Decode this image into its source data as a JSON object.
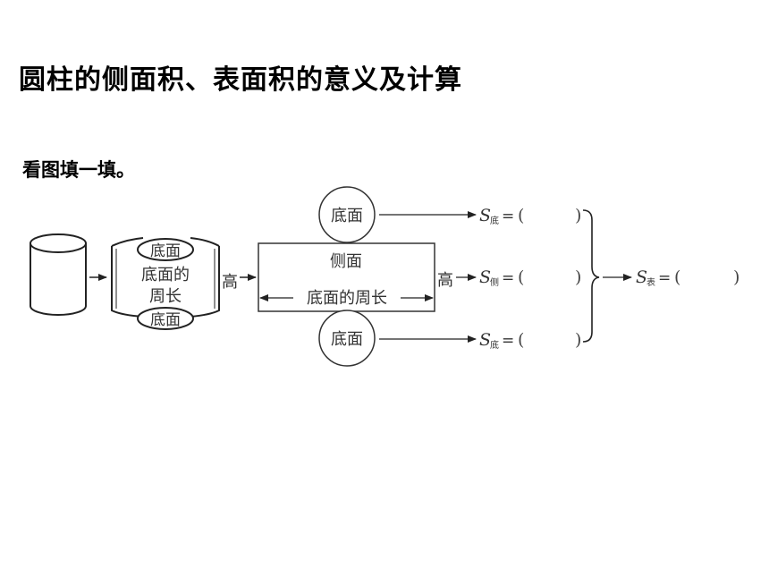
{
  "title": "圆柱的侧面积、表面积的意义及计算",
  "instruction": "看图填一填。",
  "labels": {
    "base": "底面",
    "base_circ_line1": "底面的",
    "base_circ_line2": "周长",
    "height": "高",
    "lateral": "侧面",
    "base_circumference": "底面的周长"
  },
  "formulas": {
    "S": "S",
    "sub_base": "底",
    "sub_lateral": "侧",
    "sub_total": "表",
    "equals": "=",
    "open_paren": "(",
    "close_paren": ")"
  }
}
